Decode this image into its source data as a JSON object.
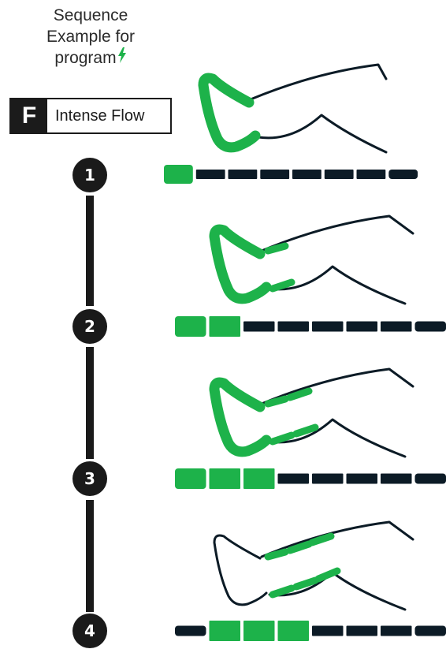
{
  "title": {
    "line1": "Sequence",
    "line2": "Example for",
    "line3": "program"
  },
  "program": {
    "letter": "F",
    "name": "Intense Flow"
  },
  "colors": {
    "active": "#1db24a",
    "inactive": "#0c1b26",
    "outline": "#0c1b26",
    "step_circle": "#1a1a1a"
  },
  "steps": [
    {
      "number": "1",
      "active_chambers": [
        1
      ],
      "total_chambers": 8
    },
    {
      "number": "2",
      "active_chambers": [
        1,
        2
      ],
      "total_chambers": 8
    },
    {
      "number": "3",
      "active_chambers": [
        1,
        2,
        3
      ],
      "total_chambers": 8
    },
    {
      "number": "4",
      "active_chambers": [
        2,
        3,
        4
      ],
      "total_chambers": 8
    }
  ]
}
